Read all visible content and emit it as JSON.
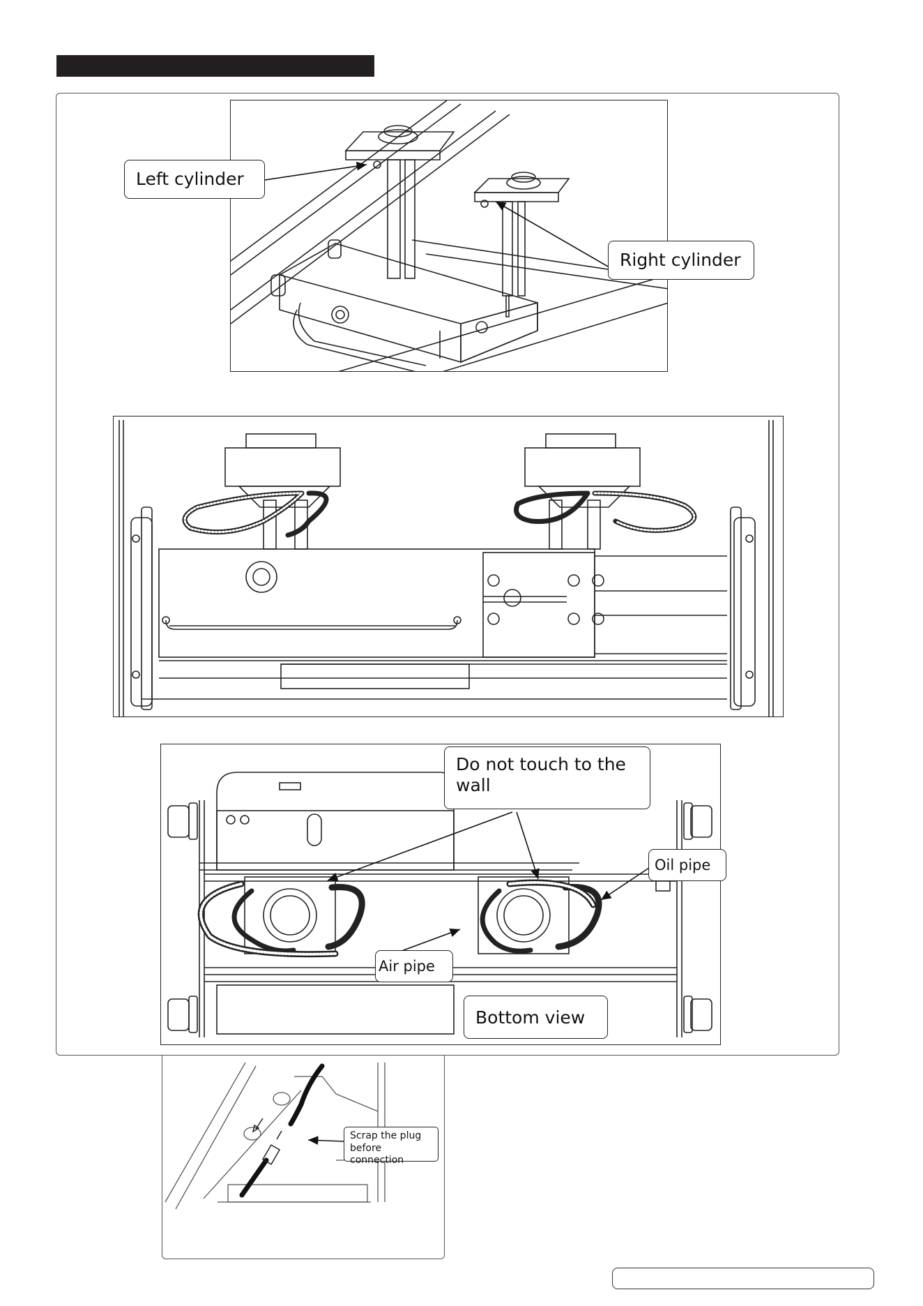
{
  "callouts": {
    "left_cylinder": "Left cylinder",
    "right_cylinder": "Right cylinder",
    "do_not_touch": "Do not touch to the wall",
    "oil_pipe": "Oil pipe",
    "air_pipe": "Air pipe",
    "bottom_view": "Bottom view",
    "scrap_plug": "Scrap the plug before connection"
  },
  "colors": {
    "header_bar": "#231f20",
    "line_art": "#222222",
    "frame": "#555555"
  }
}
